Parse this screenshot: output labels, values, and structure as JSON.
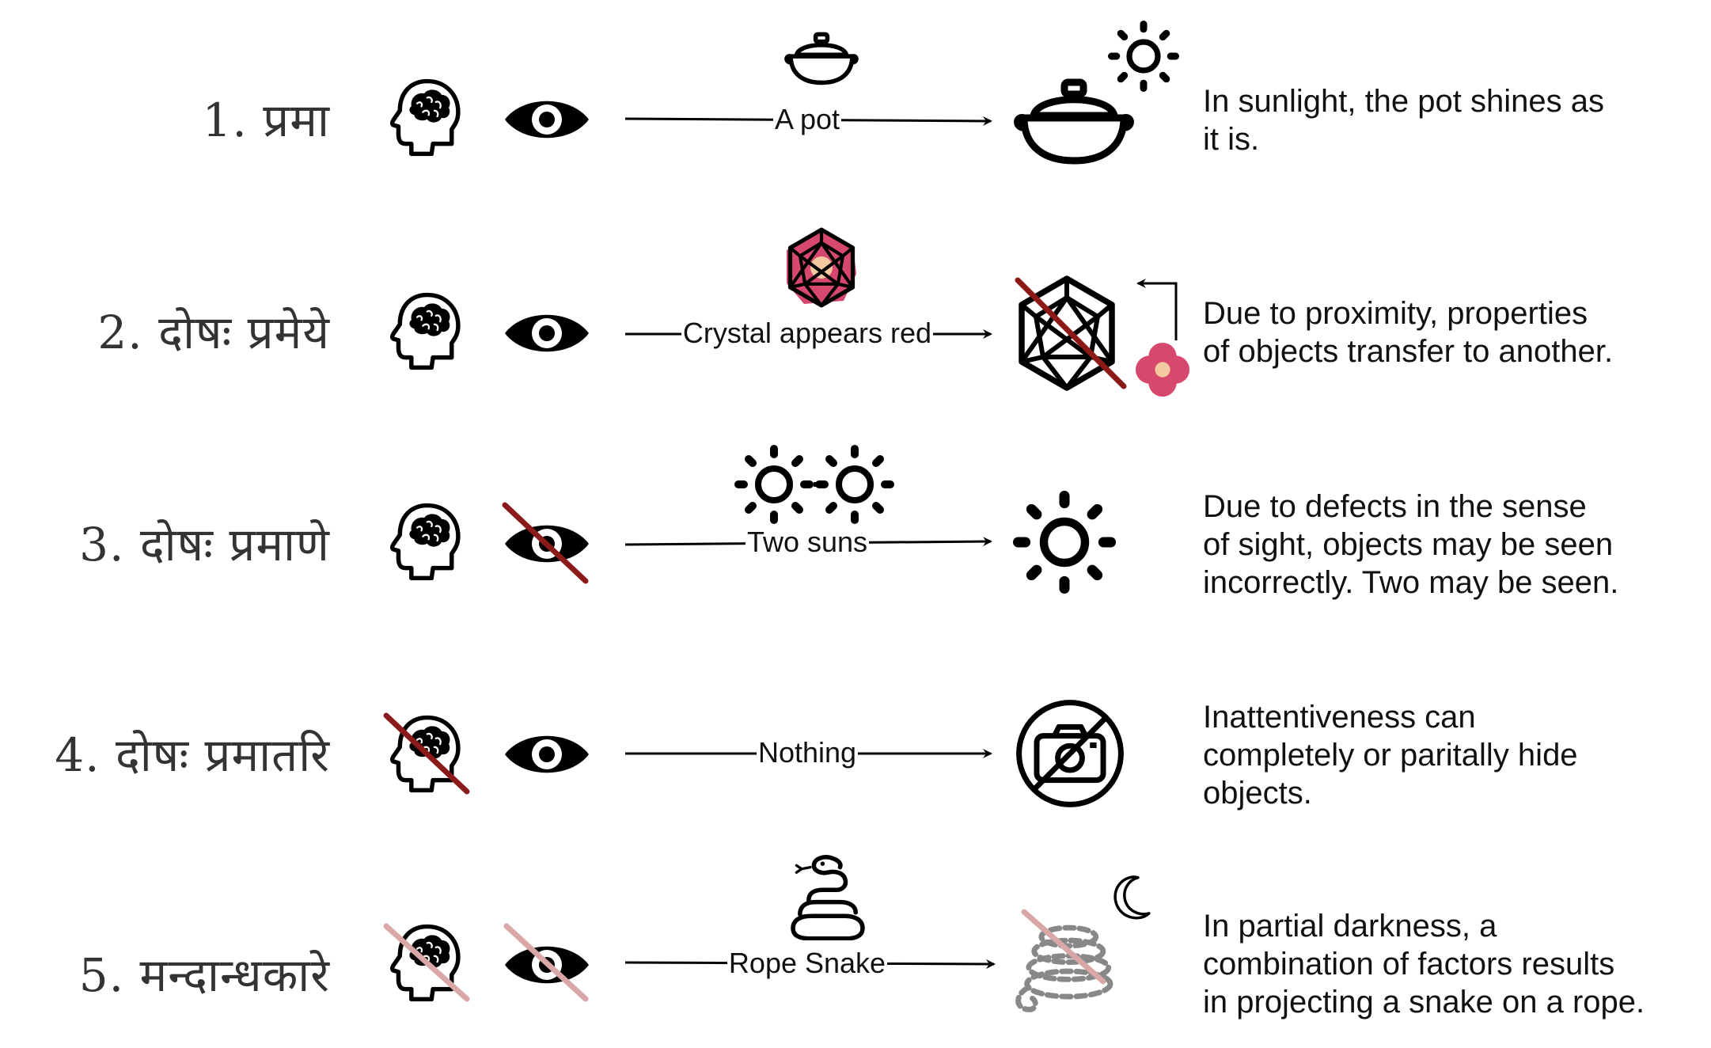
{
  "rows": [
    {
      "label": "1. प्रमा",
      "edge": "A pot",
      "description": [
        "In sunlight, the pot shines as",
        "it is."
      ]
    },
    {
      "label": "2. दोषः प्रमेये",
      "edge": "Crystal appears red",
      "description": [
        "Due to proximity, properties",
        "of objects transfer to another."
      ]
    },
    {
      "label": "3. दोषः प्रमाणे",
      "edge": "Two suns",
      "description": [
        "Due to defects in the sense",
        "of sight, objects may be seen",
        "incorrectly. Two may be seen."
      ]
    },
    {
      "label": "4. दोषः प्रमातरि",
      "edge": "Nothing",
      "description": [
        "Inattentiveness can",
        "completely or paritally hide",
        "objects."
      ]
    },
    {
      "label": "5. मन्दान्धकारे",
      "edge": "Rope Snake",
      "description": [
        "In partial darkness, a",
        "combination of factors results",
        "in projecting a snake on a rope."
      ]
    }
  ],
  "colors": {
    "strike": "#8b1a1a",
    "strike_faded": "#d9a7a7",
    "crystal_fill": "#d6486e",
    "flower_fill": "#d6486e",
    "flower_center": "#f2c9a0"
  }
}
